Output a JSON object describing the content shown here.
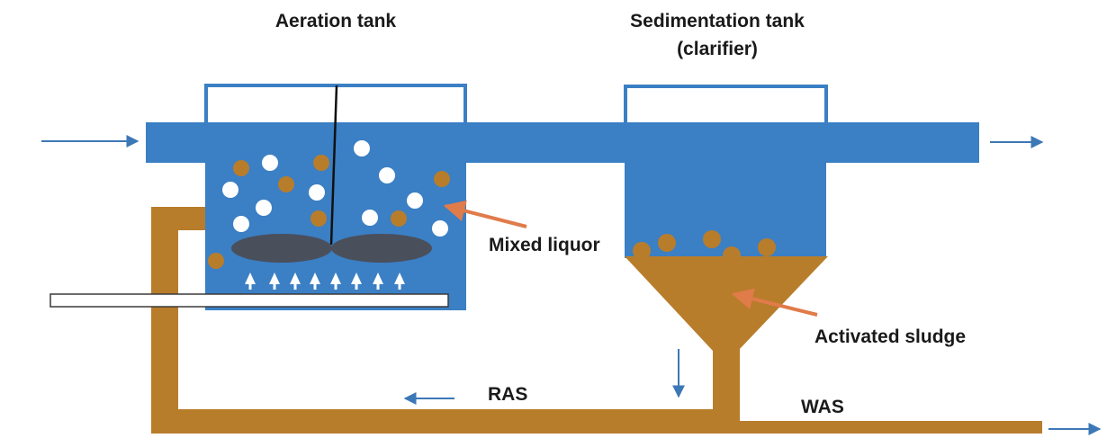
{
  "labels": {
    "aeration_tank": "Aeration tank",
    "sedimentation_tank_line1": "Sedimentation tank",
    "sedimentation_tank_line2": "(clarifier)",
    "mixed_liquor": "Mixed liquor",
    "activated_sludge": "Activated sludge",
    "ras": "RAS",
    "was": "WAS"
  },
  "colors": {
    "water": "#3b7fc4",
    "water_dark": "#2f6fb0",
    "sludge": "#b87d2a",
    "sludge_dark": "#a56d1f",
    "arrow_blue": "#3d78b6",
    "pointer_orange": "#e07b4a",
    "impeller": "#4a4f5c",
    "bubble": "#ffffff"
  },
  "icons": {
    "flow_arrow": "arrow-right-icon",
    "air_diffuser": "triangle-up-icon"
  }
}
